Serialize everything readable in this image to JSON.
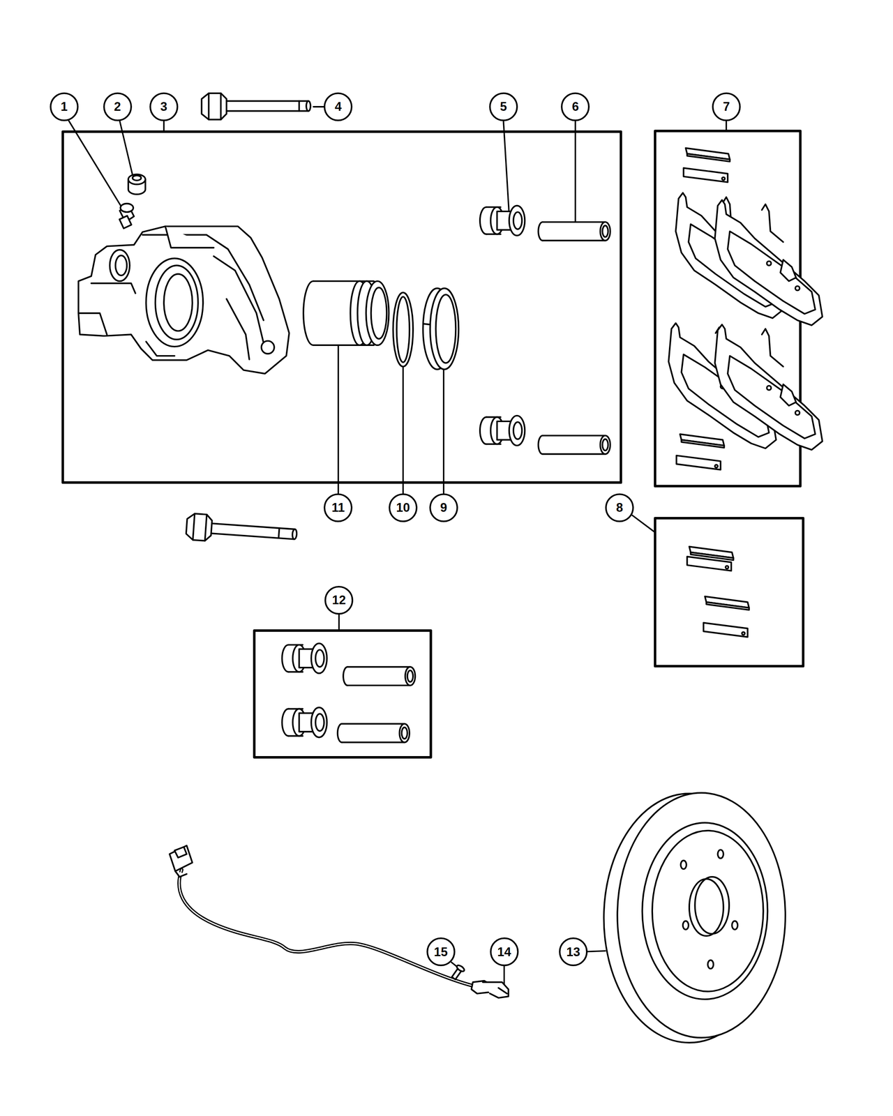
{
  "diagram": {
    "nodes": [
      {
        "text": [
          "1"
        ]
      },
      {
        "text": [
          "2"
        ]
      },
      {
        "text": [
          "3"
        ]
      },
      {
        "text": [
          "4"
        ]
      },
      {
        "text": [
          "5"
        ]
      },
      {
        "text": [
          "6"
        ]
      },
      {
        "text": [
          "7"
        ]
      },
      {
        "text": [
          "11"
        ]
      },
      {
        "text": [
          "10"
        ]
      },
      {
        "text": [
          "9"
        ]
      },
      {
        "text": [
          "8"
        ]
      },
      {
        "text": [
          "12"
        ]
      },
      {
        "text": [
          "15"
        ]
      },
      {
        "text": [
          "14"
        ]
      },
      {
        "text": [
          "13"
        ]
      }
    ]
  }
}
